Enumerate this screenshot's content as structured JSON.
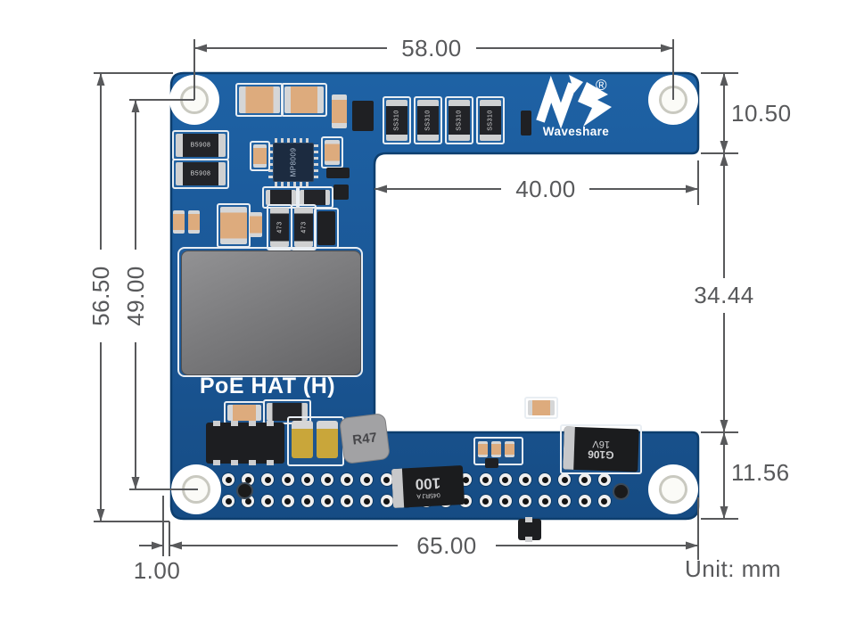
{
  "diagram": {
    "unit_label": "Unit: mm",
    "dimensions": {
      "top_width": "58.00",
      "right_top": "10.50",
      "notch_width": "40.00",
      "left_overall": "56.50",
      "left_hole_span": "49.00",
      "right_middle": "34.44",
      "right_bottom": "11.56",
      "bottom_width": "65.00",
      "bottom_left_offset": "1.00"
    }
  },
  "board": {
    "title": "PoE HAT (H)",
    "brand": {
      "name": "Waveshare",
      "registered_mark": "®"
    },
    "component_labels": {
      "schottky_diode": "SS310",
      "left_diode": "B5908",
      "main_ic": "MP8009",
      "resistor_pair": "473",
      "power_inductor": "R47",
      "bulk_cap_code": "045RJ A",
      "bulk_cap_value": "100",
      "output_cap_value": "G106",
      "output_cap_voltage": "16V"
    },
    "colors": {
      "pcb_blue": "#1a5a9a",
      "pcb_edge": "#0d3e6e",
      "silkscreen": "#e9eef3",
      "dimension_gray": "#58595b",
      "transformer_gray": "#7a7a7c"
    }
  }
}
